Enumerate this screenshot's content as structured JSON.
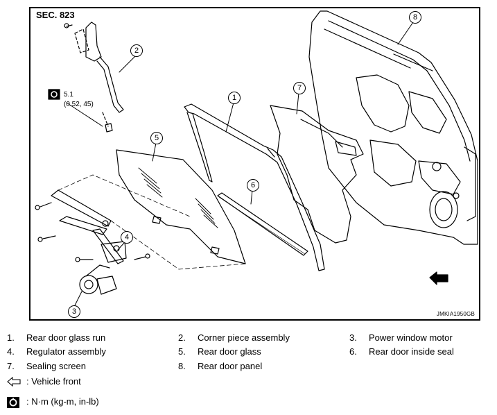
{
  "diagram": {
    "section_label": "SEC. 823",
    "image_code": "JMKIA1950GB",
    "torque_value": "5.1",
    "torque_value_alt": "(0.52, 45)",
    "callouts": [
      "1",
      "2",
      "3",
      "4",
      "5",
      "6",
      "7",
      "8"
    ]
  },
  "legend": {
    "items": [
      {
        "num": "1.",
        "label": "Rear door glass run"
      },
      {
        "num": "2.",
        "label": "Corner piece assembly"
      },
      {
        "num": "3.",
        "label": "Power window motor"
      },
      {
        "num": "4.",
        "label": "Regulator assembly"
      },
      {
        "num": "5.",
        "label": "Rear door glass"
      },
      {
        "num": "6.",
        "label": "Rear door inside seal"
      },
      {
        "num": "7.",
        "label": "Sealing screen"
      },
      {
        "num": "8.",
        "label": "Rear door panel"
      }
    ],
    "vehicle_front": ": Vehicle front",
    "torque_units": ": N·m (kg-m, in-lb)"
  },
  "icons": {
    "vehicle_front": "arrow-left-outline-icon",
    "torque": "torque-wrench-icon"
  }
}
